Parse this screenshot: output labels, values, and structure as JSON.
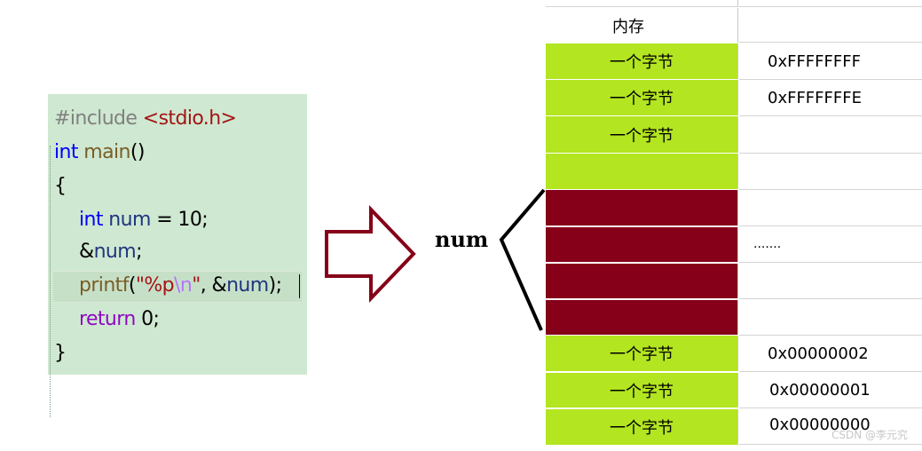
{
  "code": {
    "line1": {
      "pre": "#include ",
      "header": "<stdio.h>"
    },
    "line2": {
      "kw": "int",
      "fn": " main",
      "rest": "()"
    },
    "line3": "{",
    "line4": {
      "kw": "int",
      "var": " num",
      "rest": " = 10;"
    },
    "line5": {
      "amp": "&",
      "var": "num",
      "rest": ";"
    },
    "line6": {
      "fn": "printf",
      "p1": "(",
      "str1": "\"%p",
      "esc": "\\n",
      "str2": "\"",
      "p2": ", &",
      "var": "num",
      "p3": ");"
    },
    "line7": {
      "kw": "return",
      "rest": " 0;"
    },
    "line8": "}"
  },
  "num_label": "num",
  "memory": {
    "header": "内存",
    "byte_label": "一个字节",
    "ellipsis": ".......",
    "addresses": {
      "a0": "0xFFFFFFFF",
      "a1": "0xFFFFFFFE",
      "b0": "0x00000002",
      "b1": "0x00000001",
      "b2": "0x00000000"
    }
  },
  "watermark": "CSDN @李元究",
  "colors": {
    "code_bg": "#cfe8d1",
    "byte_green": "#b3e520",
    "num_red": "#850018",
    "arrow": "#850018"
  }
}
